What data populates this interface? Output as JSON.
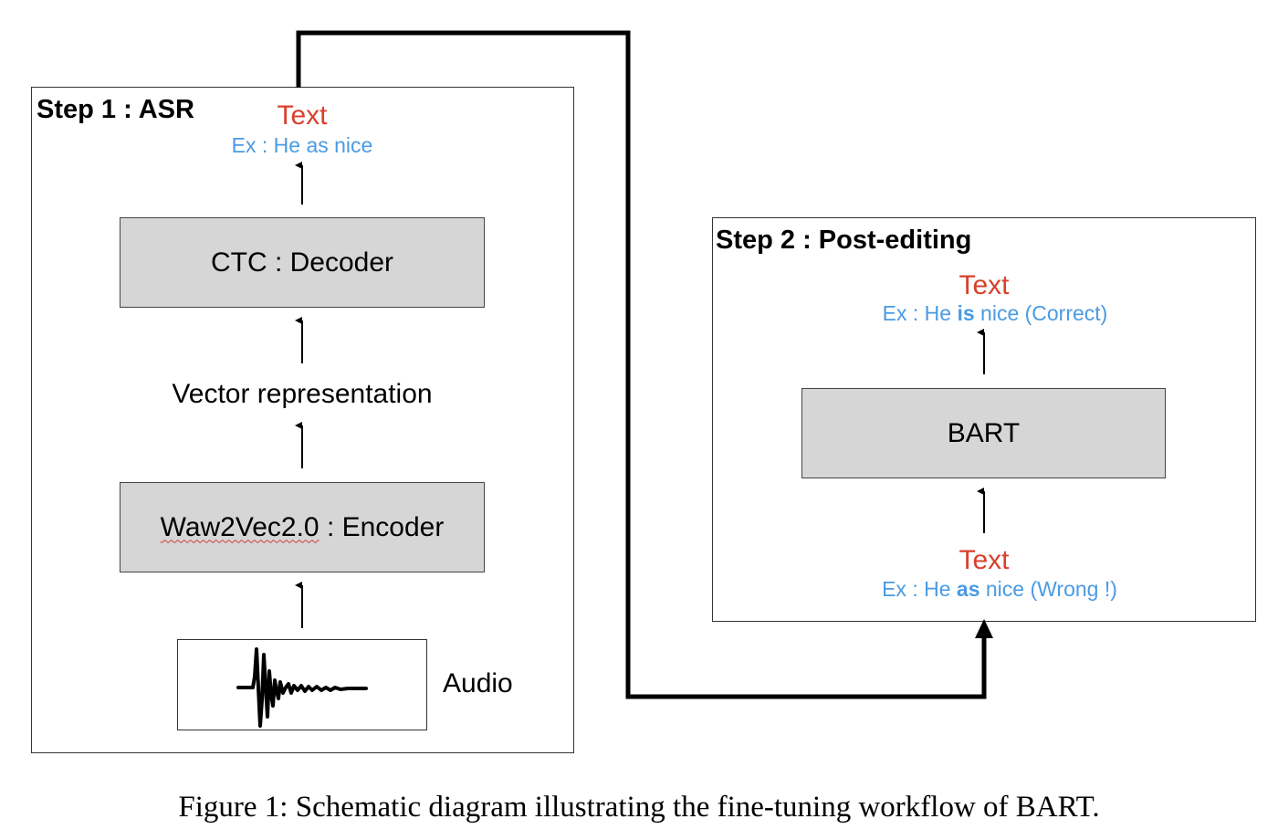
{
  "step1": {
    "title": "Step 1 : ASR",
    "output_label": "Text",
    "output_example": "Ex : He as nice",
    "decoder_label": "CTC : Decoder",
    "vector_label": "Vector representation",
    "encoder_name": "Waw2Vec2.0",
    "encoder_suffix": " : Encoder",
    "audio_label": "Audio"
  },
  "step2": {
    "title": "Step 2 : Post-editing",
    "output_label": "Text",
    "output_example_prefix": "Ex : He ",
    "output_example_bold": "is",
    "output_example_suffix": " nice (Correct)",
    "model_label": "BART",
    "input_label": "Text",
    "input_example_prefix": "Ex : He ",
    "input_example_bold": "as",
    "input_example_suffix": " nice (Wrong !)"
  },
  "caption": "Figure 1: Schematic diagram illustrating the fine-tuning workflow of BART.",
  "colors": {
    "text_red": "#d9402b",
    "text_blue": "#4a9be2",
    "box_gray": "#d6d6d6"
  }
}
